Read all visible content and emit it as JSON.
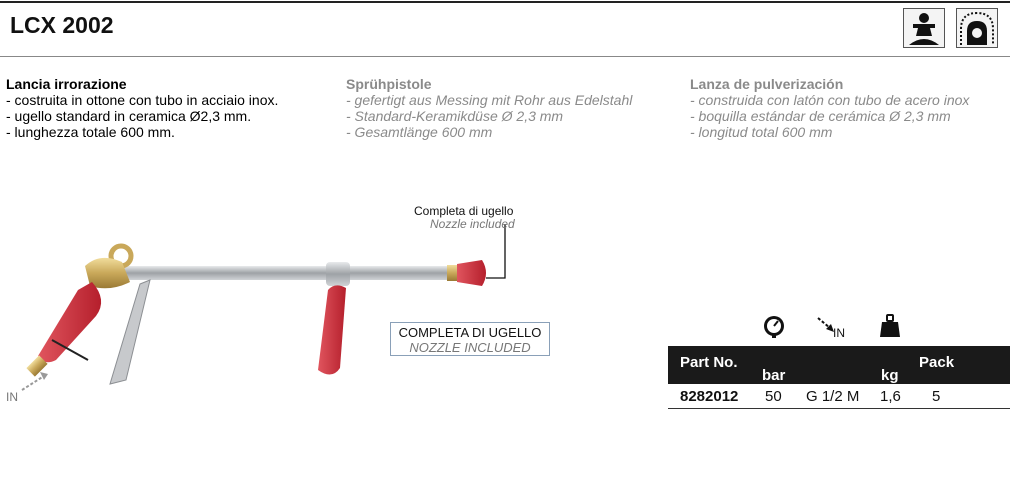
{
  "product": {
    "code": "LCX 2002",
    "badges": [
      {
        "icon": "operator-icon"
      },
      {
        "icon": "cleaning-arch-icon"
      }
    ]
  },
  "descriptions": {
    "it": {
      "heading": "Lancia irrorazione",
      "lines": [
        "- costruita in ottone con tubo in acciaio inox.",
        "- ugello standard in ceramica Ø2,3 mm.",
        "- lunghezza totale 600 mm."
      ]
    },
    "de": {
      "heading": "Sprühpistole",
      "lines": [
        "- gefertigt aus Messing mit Rohr aus Edelstahl",
        "- Standard-Keramikdüse Ø 2,3 mm",
        "- Gesamtlänge 600 mm"
      ]
    },
    "es": {
      "heading": "Lanza de pulverización",
      "lines": [
        "- construida con latón con tubo de acero inox",
        "- boquilla estándar de cerámica Ø 2,3 mm",
        "- longitud total 600 mm"
      ]
    }
  },
  "illustration": {
    "nozzle_callout_it": "Completa di ugello",
    "nozzle_callout_en": "Nozzle included",
    "box_note_it": "COMPLETA DI UGELLO",
    "box_note_en": "NOZZLE INCLUDED",
    "inlet_label": "IN"
  },
  "specs": {
    "icons": [
      {
        "icon": "pressure-gauge-icon",
        "label": ""
      },
      {
        "icon": "inlet-arrow-icon",
        "label": "IN"
      },
      {
        "icon": "weight-icon",
        "label": ""
      }
    ],
    "columns": {
      "part_no": "Part No.",
      "pressure": "bar",
      "inlet": "",
      "weight": "kg",
      "pack": "Pack"
    },
    "rows": [
      {
        "part_no": "8282012",
        "pressure": "50",
        "inlet": "G 1/2 M",
        "weight": "1,6",
        "pack": "5"
      }
    ]
  },
  "colors": {
    "grip_red": "#d2303c",
    "brass": "#c9a85a",
    "steel": "#b9bcbf",
    "header_dark": "#1a1a1a"
  }
}
